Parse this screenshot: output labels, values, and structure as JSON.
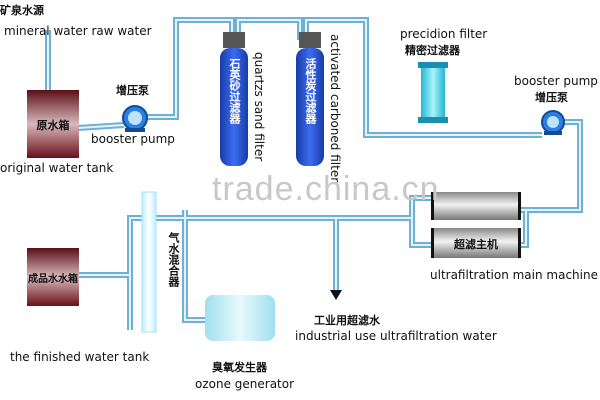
{
  "labels": {
    "source_zh": "矿泉水源",
    "source_en": "mineral water raw water",
    "raw_tank_zh": "原水箱",
    "raw_tank_en": "original water tank",
    "pump1_zh": "增压泵",
    "pump1_en": "booster pump",
    "quartz_zh": "石英砂过滤器",
    "quartz_en": "quartzs sand filter",
    "carbon_zh": "活性炭过滤器",
    "carbon_en": "activated carboned filter",
    "precision_en": "precidion filter",
    "precision_zh": "精密过滤器",
    "pump2_en": "booster pump",
    "pump2_zh": "增压泵",
    "uf_zh": "超滤主机",
    "uf_en": "ultrafiltration main machine",
    "mixer_zh": "气水混合器",
    "finished_tank_zh": "成品水水箱",
    "finished_tank_en": "the finished water tank",
    "industrial_zh": "工业用超滤水",
    "industrial_en": "industrial use ultrafiltration water",
    "ozone_zh": "臭氧发生器",
    "ozone_en": "ozone generator"
  },
  "watermark": "trade.china.cn",
  "colors": {
    "pipe": "#6fb0d6",
    "filter": "#1f4fcf",
    "tank": "#8a1f2a",
    "precision": "#3fd6e6"
  }
}
